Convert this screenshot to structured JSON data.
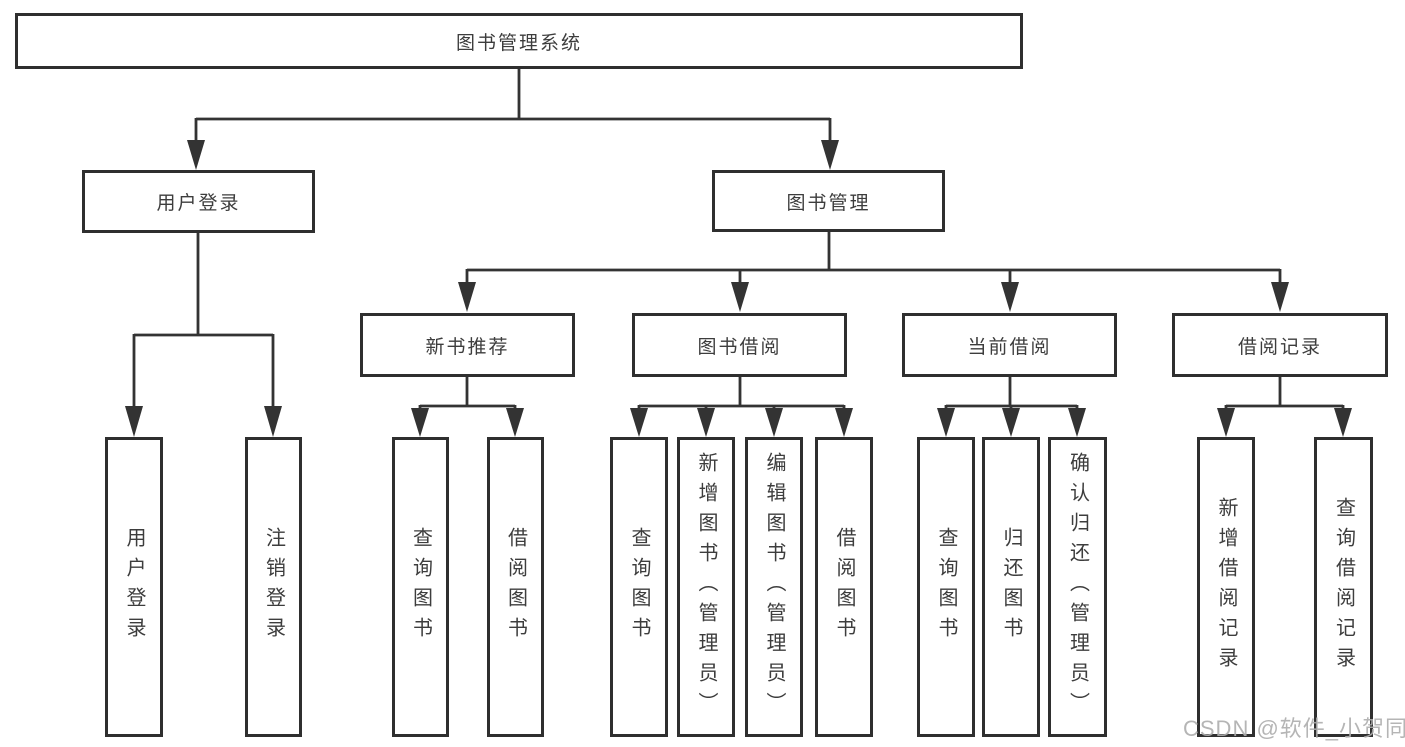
{
  "colors": {
    "box_border": "#2f2f2f",
    "connector_line": "#333333",
    "text": "#3d3d3d",
    "watermark": "#aeaeae",
    "background": "#ffffff"
  },
  "tree": {
    "root": "图书管理系统",
    "branches": [
      {
        "label": "用户登录",
        "children": [
          "用户登录",
          "注销登录"
        ]
      },
      {
        "label": "图书管理",
        "sections": [
          {
            "label": "新书推荐",
            "children": [
              "查询图书",
              "借阅图书"
            ]
          },
          {
            "label": "图书借阅",
            "children": [
              "查询图书",
              "新增图书（管理员）",
              "编辑图书（管理员）",
              "借阅图书"
            ]
          },
          {
            "label": "当前借阅",
            "children": [
              "查询图书",
              "归还图书",
              "确认归还（管理员）"
            ]
          },
          {
            "label": "借阅记录",
            "children": [
              "新增借阅记录",
              "查询借阅记录"
            ]
          }
        ]
      }
    ]
  },
  "watermark": {
    "text": "CSDN @软件_小贺同学"
  }
}
